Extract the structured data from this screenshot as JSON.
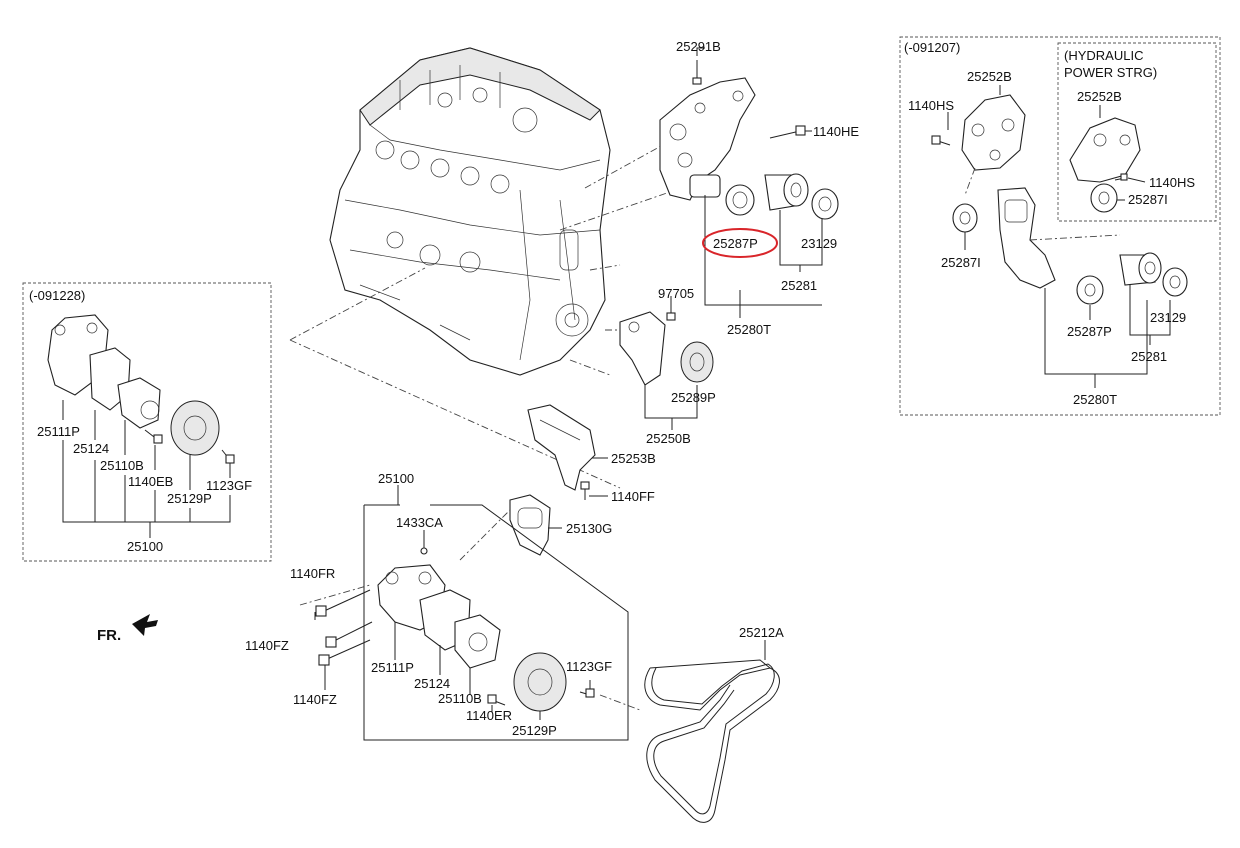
{
  "labels": {
    "p25291B": "25291B",
    "p1140HE": "1140HE",
    "p25287P_main": "25287P",
    "p23129_main": "23129",
    "p25281_main": "25281",
    "p25280T_main": "25280T",
    "p97705": "97705",
    "p25289P": "25289P",
    "p25250B": "25250B",
    "p25253B": "25253B",
    "p1140FF": "1140FF",
    "p25130G": "25130G",
    "p25100_center": "25100",
    "p1433CA": "1433CA",
    "p1140FR": "1140FR",
    "p1140FZ_a": "1140FZ",
    "p1140FZ_b": "1140FZ",
    "p25111P_center": "25111P",
    "p25124_center": "25124",
    "p25110B_center": "25110B",
    "p1140ER": "1140ER",
    "p25129P_center": "25129P",
    "p1123GF_center": "1123GF",
    "p25212A": "25212A",
    "fr": "FR.",
    "left_box_code": "(-091228)",
    "p25111P_left": "25111P",
    "p25124_left": "25124",
    "p25110B_left": "25110B",
    "p1140EB": "1140EB",
    "p25129P_left": "25129P",
    "p1123GF_left": "1123GF",
    "p25100_left": "25100",
    "right_box_code": "(-091207)",
    "hyd_line1": "(HYDRAULIC",
    "hyd_line2": "POWER STRG)",
    "p25252B_a": "25252B",
    "p25252B_b": "25252B",
    "p1140HS_a": "1140HS",
    "p1140HS_b": "1140HS",
    "p25287I_a": "25287I",
    "p25287I_b": "25287I",
    "p25287P_right": "25287P",
    "p23129_right": "23129",
    "p25281_right": "25281",
    "p25280T_right": "25280T"
  },
  "highlight": {
    "part": "25287P",
    "color": "#d9252a"
  }
}
